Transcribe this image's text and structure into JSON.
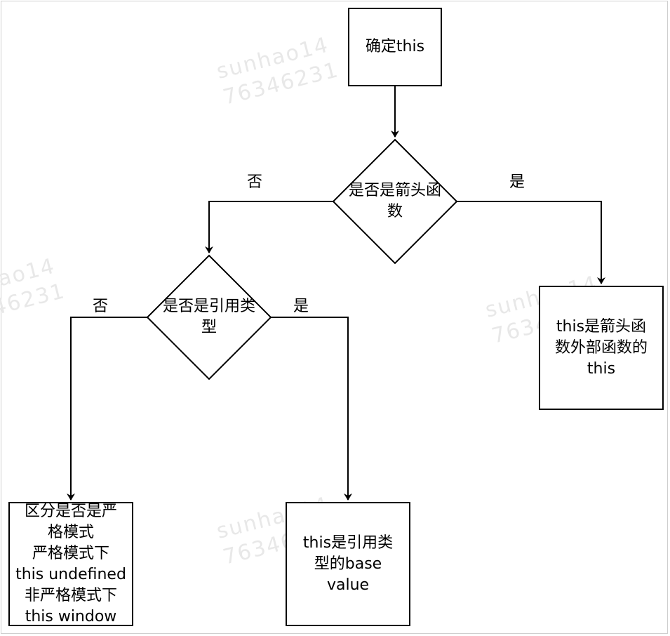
{
  "watermark": {
    "user": "sunhao14",
    "id": "76346231"
  },
  "nodes": {
    "start": "确定this",
    "decision_arrow": "是否是箭头函\n数",
    "decision_reference": "是否是引用类\n型",
    "result_arrow": "this是箭头函\n数外部函数的\nthis",
    "result_mode": "区分是否是严\n格模式\n严格模式下\nthis undefined\n非严格模式下\nthis window",
    "result_base": "this是引用类\n型的base\nvalue"
  },
  "edge_labels": {
    "arrow_no": "否",
    "arrow_yes": "是",
    "reference_no": "否",
    "reference_yes": "是"
  },
  "colors": {
    "stroke": "#000000",
    "watermark": "#e8e8e8",
    "frame": "#cfcfcf"
  }
}
